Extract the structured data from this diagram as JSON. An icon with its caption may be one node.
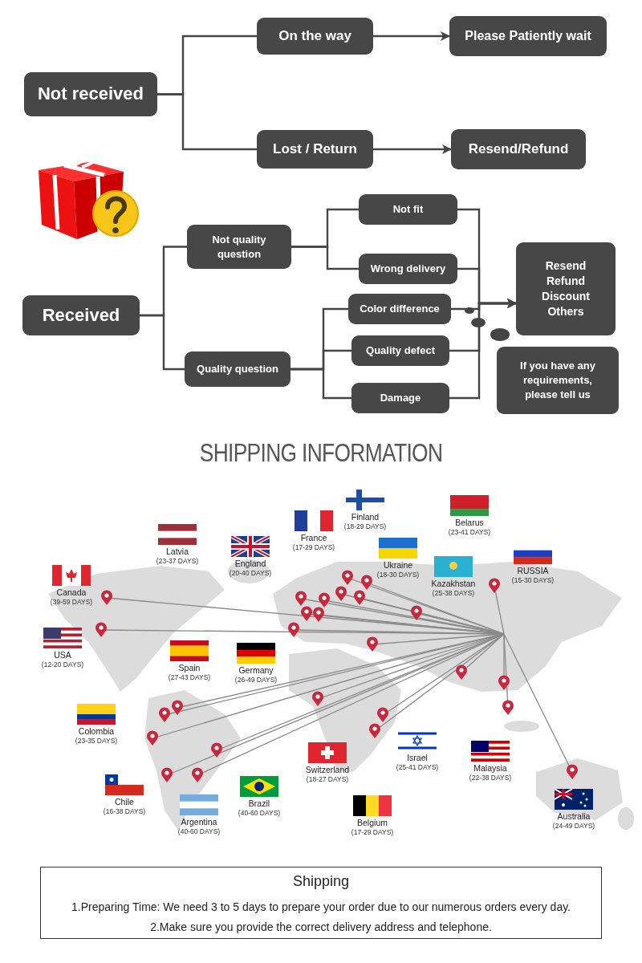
{
  "diagram": {
    "nodes": [
      {
        "text": [
          "Not received"
        ]
      },
      {
        "text": [
          "On the way"
        ]
      },
      {
        "text": [
          "Please Patiently wait"
        ]
      },
      {
        "text": [
          "Lost / Return"
        ]
      },
      {
        "text": [
          "Resend/Refund"
        ]
      },
      {
        "text": [
          "Received"
        ]
      },
      {
        "text": [
          "Not quality question"
        ]
      },
      {
        "text": [
          "Quality question"
        ]
      },
      {
        "text": [
          "Not fit"
        ]
      },
      {
        "text": [
          "Wrong delivery"
        ]
      },
      {
        "text": [
          "Color difference"
        ]
      },
      {
        "text": [
          "Quality defect"
        ]
      },
      {
        "text": [
          "Damage"
        ]
      },
      {
        "text": [
          "Resend",
          "Refund",
          "Discount",
          "Others"
        ]
      },
      {
        "text": [
          "If you have any requirements, please tell us"
        ]
      },
      {
        "text": [
          "Shipping",
          "1.Preparing Time: We need 3 to 5 days to prepare your order due to our numerous orders every day.",
          "2.Make sure you provide the correct delivery address and telephone."
        ]
      }
    ],
    "edges": [
      {
        "from": 0,
        "to": 1,
        "arrow": "none"
      },
      {
        "from": 0,
        "to": 3,
        "arrow": "none"
      },
      {
        "from": 1,
        "to": 2,
        "arrow": "to"
      },
      {
        "from": 3,
        "to": 4,
        "arrow": "to"
      },
      {
        "from": 5,
        "to": 6,
        "arrow": "none"
      },
      {
        "from": 5,
        "to": 7,
        "arrow": "none"
      },
      {
        "from": 6,
        "to": 8,
        "arrow": "none"
      },
      {
        "from": 6,
        "to": 9,
        "arrow": "none"
      },
      {
        "from": 7,
        "to": 10,
        "arrow": "none"
      },
      {
        "from": 7,
        "to": 11,
        "arrow": "none"
      },
      {
        "from": 7,
        "to": 12,
        "arrow": "none"
      },
      {
        "from": 8,
        "to": 13,
        "arrow": "to"
      },
      {
        "from": 9,
        "to": 13,
        "arrow": "to"
      },
      {
        "from": 10,
        "to": 13,
        "arrow": "to"
      },
      {
        "from": 11,
        "to": 13,
        "arrow": "to"
      },
      {
        "from": 12,
        "to": 13,
        "arrow": "to"
      }
    ],
    "labels": [
      "SHIPPING INFORMATION",
      "Finland",
      "(18-29 DAYS)",
      "Belarus",
      "(23-41 DAYS)",
      "France",
      "(17-29 DAYS)",
      "Latvia",
      "(23-37 DAYS)",
      "England",
      "(20-40 DAYS)",
      "Ukraine",
      "(18-30 DAYS)",
      "RUSSIA",
      "(15-30 DAYS)",
      "Kazakhstan",
      "(25-38 DAYS)",
      "Canada",
      "(39-59 DAYS)",
      "USA",
      "(12-20 DAYS)",
      "Spain",
      "(27-43 DAYS)",
      "Germany",
      "(26-49 DAYS)",
      "Colombia",
      "(23-35 DAYS)",
      "Israel",
      "(25-41 DAYS)",
      "Switzerland",
      "(18-27 DAYS)",
      "Malaysia",
      "(22-38 DAYS)",
      "Chile",
      "(16-38 DAYS)",
      "Brazil",
      "(40-60 DAYS)",
      "Argentina",
      "(40-60 DAYS)",
      "Australia",
      "(24-49 DAYS)",
      "Belgium",
      "(17-29 DAYS)"
    ]
  }
}
